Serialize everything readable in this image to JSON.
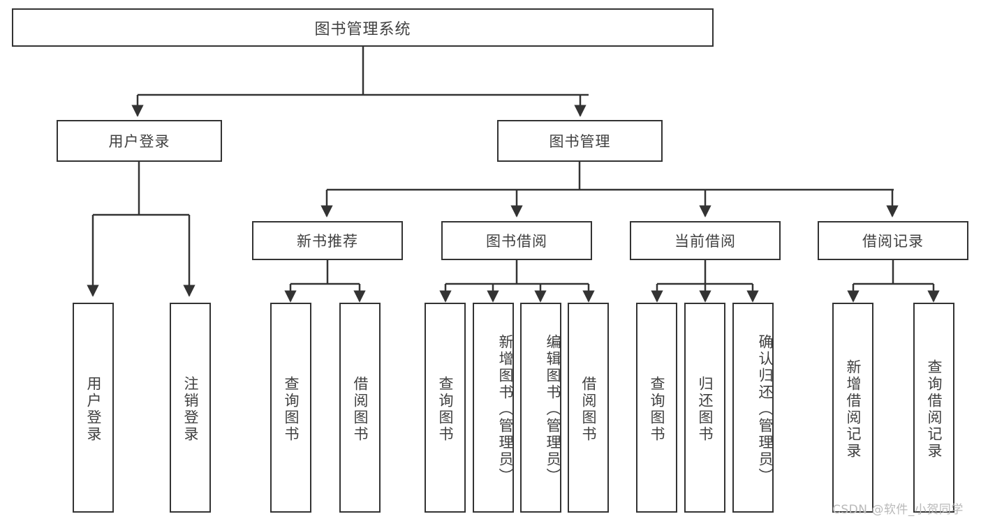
{
  "diagram": {
    "title": "图书管理系统",
    "type": "hierarchy-tree",
    "root": {
      "label": "图书管理系统"
    },
    "level2": [
      {
        "label": "用户登录"
      },
      {
        "label": "图书管理"
      }
    ],
    "level3": [
      {
        "label": "新书推荐"
      },
      {
        "label": "图书借阅"
      },
      {
        "label": "当前借阅"
      },
      {
        "label": "借阅记录"
      }
    ],
    "leaves_user_login": [
      {
        "label": "用户登录"
      },
      {
        "label": "注销登录"
      }
    ],
    "leaves_new_book": [
      {
        "label": "查询图书"
      },
      {
        "label": "借阅图书"
      }
    ],
    "leaves_borrow": [
      {
        "label": "查询图书"
      },
      {
        "label": "新增图书（管理员）"
      },
      {
        "label": "编辑图书（管理员）"
      },
      {
        "label": "借阅图书"
      }
    ],
    "leaves_current": [
      {
        "label": "查询图书"
      },
      {
        "label": "归还图书"
      },
      {
        "label": "确认归还（管理员）"
      }
    ],
    "leaves_records": [
      {
        "label": "新增借阅记录"
      },
      {
        "label": "查询借阅记录"
      }
    ]
  },
  "watermark": {
    "text": "CSDN @软件_小贺同学"
  },
  "colors": {
    "stroke": "#333333",
    "text": "#404040",
    "background": "#ffffff",
    "watermark": "#b9b9b9"
  }
}
